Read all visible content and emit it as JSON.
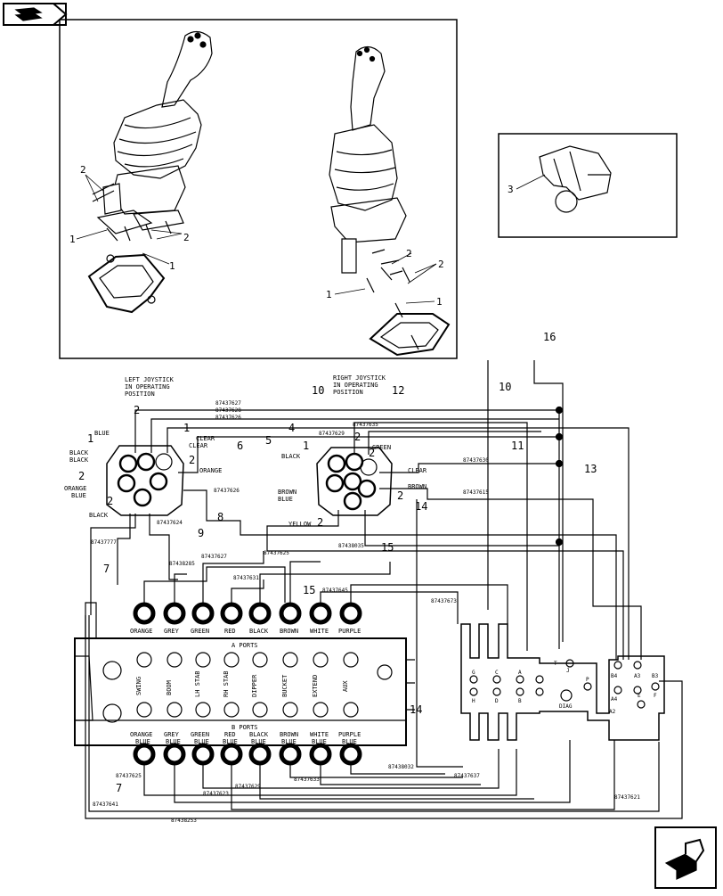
{
  "callouts": {
    "c1": "1",
    "c2": "2",
    "c3": "3",
    "c4": "4",
    "c5": "5",
    "c6": "6",
    "c7": "7",
    "c8": "8",
    "c9": "9",
    "c10": "10",
    "c11": "11",
    "c12": "12",
    "c13": "13",
    "c14": "14",
    "c15": "15",
    "c16": "16"
  },
  "left_joystick": {
    "title_1": "LEFT JOYSTICK",
    "title_2": "IN OPERATING",
    "title_3": "POSITION",
    "labels": {
      "blue": "BLUE",
      "black_black_1": "BLACK",
      "black_black_2": "BLACK",
      "clear_1": "CLEAR",
      "clear_2": "CLEAR",
      "orange": "ORANGE",
      "orange_blue_1": "ORANGE",
      "orange_blue_2": "BLUE",
      "black": "BLACK"
    }
  },
  "right_joystick": {
    "title_1": "RIGHT JOYSTICK",
    "title_2": "IN OPERATING",
    "title_3": "POSITION",
    "labels": {
      "green": "GREEN",
      "black": "BLACK",
      "clear": "CLEAR",
      "brown": "BROWN",
      "brown_blue_1": "BROWN",
      "brown_blue_2": "BLUE",
      "yellow": "YELLOW"
    }
  },
  "part_numbers": {
    "p1": "87437627",
    "p2": "87437628",
    "p3": "87437626",
    "p4": "87437624",
    "p5": "87437629",
    "p6": "87437630",
    "p7": "87437615",
    "p8": "87437626",
    "p9": "87437624",
    "p10": "87437777",
    "p11": "87438035",
    "p12": "87437627",
    "p13": "87438285",
    "p14": "87437625",
    "p15": "87437631",
    "p16": "87437645",
    "p17": "87437673",
    "p18": "87437625",
    "p19": "87437641",
    "p20": "87437623",
    "p21": "87437629",
    "p22": "87437633",
    "p23": "87437637",
    "p24": "87438032",
    "p25": "87437621",
    "p26": "87438253",
    "p27": "87437635"
  },
  "a_ports": {
    "title": "A PORTS",
    "colors": [
      "ORANGE",
      "GREY",
      "GREEN",
      "RED",
      "BLACK",
      "BROWN",
      "WHITE",
      "PURPLE"
    ]
  },
  "b_ports": {
    "title": "B PORTS",
    "colors_top": [
      "ORANGE",
      "GREY",
      "GREEN",
      "RED",
      "BLACK",
      "BROWN",
      "WHITE",
      "PURPLE"
    ],
    "colors_bottom": [
      "BLUE",
      "BLUE",
      "BLUE",
      "BLUE",
      "BLUE",
      "BLUE",
      "BLUE",
      "BLUE"
    ]
  },
  "functions": [
    "SWING",
    "BOOM",
    "LH STAB",
    "RH STAB",
    "DIPPER",
    "BUCKET",
    "EXTEND",
    "AUX"
  ],
  "manifold_ports": {
    "g": "G",
    "h": "H",
    "c": "C",
    "d": "D",
    "a": "A",
    "b": "B",
    "t": "T",
    "j": "J",
    "diag": "DIAG",
    "p": "P",
    "b4": "B4",
    "a4": "A4",
    "a3": "A3",
    "b3": "B3",
    "a2": "A2",
    "e": "E",
    "f": "F"
  }
}
